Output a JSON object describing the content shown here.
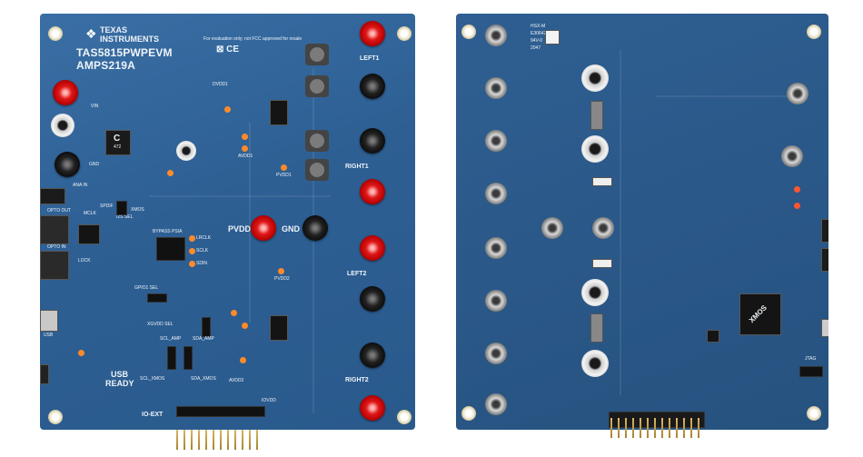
{
  "front": {
    "brand_line1": "TEXAS",
    "brand_line2": "INSTRUMENTS",
    "model": "TAS5815PWPEVM",
    "part": "AMPS219A",
    "notice": "For evaluation only; not FCC approved for resale",
    "left1": "LEFT1",
    "right1": "RIGHT1",
    "left2": "LEFT2",
    "right2": "RIGHT2",
    "pvdd": "PVDD",
    "gnd": "GND",
    "ana_in": "ANA IN",
    "opto_out": "OPTO OUT",
    "opto_in": "OPTO IN",
    "mclk": "MCLK",
    "spdif": "SPDIF",
    "i2s_sel": "I2S SEL",
    "xmos": "XMOS",
    "bypass_psia": "BYPASS PSIA",
    "lrclk": "LRCLK",
    "sclk": "SCLK",
    "sdin": "SDIN",
    "gpio1_sel": "GPIO1 SEL",
    "xgvdd_sel": "XGVDD SEL",
    "scl_amp": "SCL_AMP",
    "sda_amp": "SDA_AMP",
    "scl_xmos": "SCL_XMOS",
    "sda_xmos": "SDA_XMOS",
    "usb": "USB",
    "ready": "READY",
    "io_ext": "IO-EXT",
    "iovdd": "IOVDD",
    "pvdd1": "PVDD1",
    "pvdd2": "PVDD2",
    "avdd1": "AVDD1",
    "avdd2": "AVDD2",
    "dvdd1": "DVDD1",
    "vin": "VIN",
    "ic_c": "C",
    "ic_num": "472",
    "lock": "LOCK",
    "gnd_small": "GND"
  },
  "back": {
    "serial": "E306424",
    "rating": "94V-0",
    "rev": "2047",
    "hsx": "HSX-M",
    "xmos_chip": "XMOS",
    "jtag": "JTAG"
  }
}
